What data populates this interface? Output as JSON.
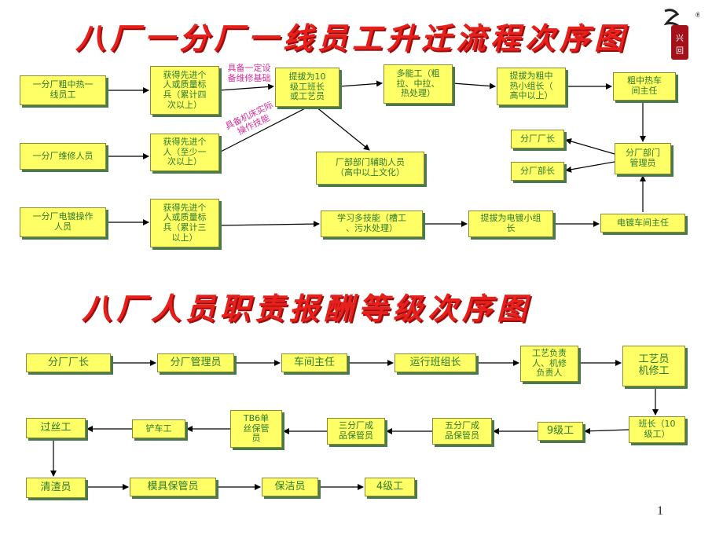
{
  "titles": {
    "flow1": "八厂一分厂一线员工升迁流程次序图",
    "flow2": "八厂人员职责报酬等级次序图"
  },
  "colors": {
    "box_fill": "#ffff66",
    "box_text": "#2d7a2d",
    "title": "#e8201c",
    "note": "#d9309c",
    "arrow": "#000000"
  },
  "flow1": {
    "nodes": {
      "rough_hot_worker": "一分厂粗中热一\n线员工",
      "maint_worker": "一分厂维修人员",
      "plating_operator": "一分厂电镀操作\n人员",
      "advanced_4": "获得先进个\n人或质量标\n兵（累计四\n次以上）",
      "advanced_3_maint": "获得先进个\n人（至少一\n次以上）",
      "advanced_3": "获得先进个\n人或质量标\n兵（累计三\n以上）",
      "promote_team_leader": "提拔为10\n级工班长\n或工艺员",
      "multi_skill": "多能工（粗\n拉、中拉、\n热处理）",
      "promote_group_leader": "提拔为粗中\n热小组长（\n高中以上）",
      "hot_workshop_head": "粗中热车\n间主任",
      "branch_manager": "分厂厂长",
      "branch_minister": "分厂部长",
      "branch_dept_admin": "分厂部门\n管理员",
      "dept_assistant": "厂部部门辅助人员\n（高中以上文化）",
      "learn_skills": "学习多技能（槽工\n、污水处理）",
      "promote_plating_leader": "提拔为电镀小组\n长",
      "plating_workshop_head": "电镀车间主任"
    },
    "notes": {
      "equipment_basis": "具备一定设\n备维修基础",
      "machine_skills": "具备机床实际\n操作技能"
    }
  },
  "flow2": {
    "nodes": {
      "branch_manager": "分厂厂长",
      "branch_admin": "分厂管理员",
      "workshop_head": "车间主任",
      "shift_leader": "运行班组长",
      "process_lead": "工艺负责\n人、机修\n负责人",
      "technician": "工艺员\n机修工",
      "team_leader_10": "班长（10\n级工）",
      "level_9": "9级工",
      "keeper_5": "五分厂成\n品保管员",
      "keeper_3": "三分厂成\n品保管员",
      "tb6_keeper": "TB6单\n丝保管\n员",
      "lathe": "铲车工",
      "drawer": "过丝工",
      "slag_cleaner": "清渣员",
      "mold_keeper": "模具保管员",
      "cleaner": "保洁员",
      "level_4": "4级工"
    }
  },
  "page_number": "1",
  "logo": {
    "icon": "calligraphy-seal-logo",
    "mark": "®"
  }
}
